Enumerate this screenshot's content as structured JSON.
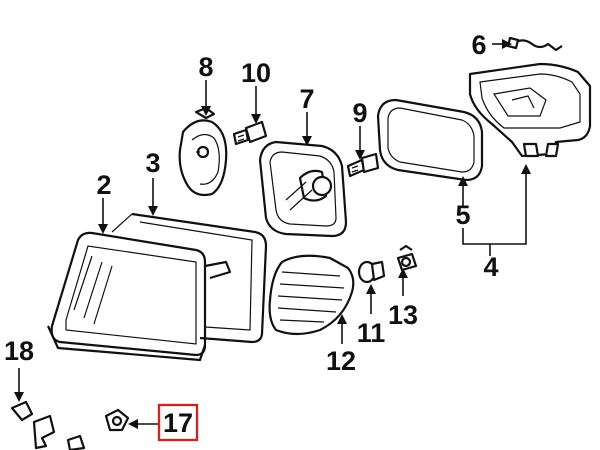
{
  "diagram": {
    "callouts": [
      {
        "id": "c1",
        "label": "2"
      },
      {
        "id": "c2",
        "label": "3"
      },
      {
        "id": "c3",
        "label": "8"
      },
      {
        "id": "c4",
        "label": "10"
      },
      {
        "id": "c5",
        "label": "7"
      },
      {
        "id": "c6",
        "label": "9"
      },
      {
        "id": "c7",
        "label": "6"
      },
      {
        "id": "c8",
        "label": "5"
      },
      {
        "id": "c9",
        "label": "4"
      },
      {
        "id": "c10",
        "label": "13"
      },
      {
        "id": "c11",
        "label": "11"
      },
      {
        "id": "c12",
        "label": "12"
      },
      {
        "id": "c13",
        "label": "18"
      },
      {
        "id": "c14",
        "label": "17"
      }
    ],
    "highlight": {
      "label": "17",
      "color": "#c62828"
    }
  }
}
